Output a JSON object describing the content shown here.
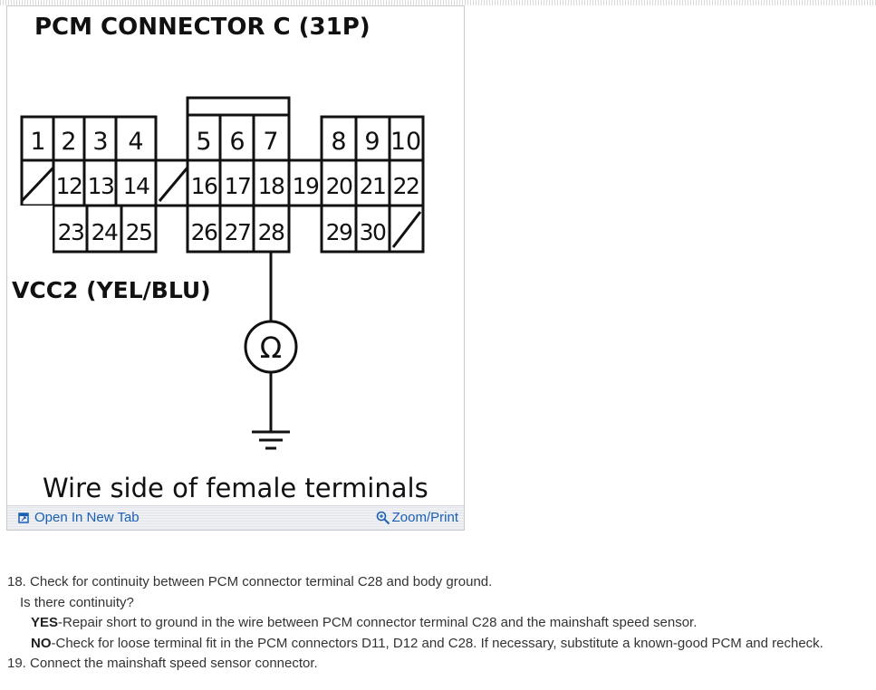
{
  "figure": {
    "title": "PCM CONNECTOR C (31P)",
    "wire_label": "VCC2 (YEL/BLU)",
    "caption": "Wire side of female terminals",
    "meter_symbol": "Ω",
    "meter_icon": "ohmmeter-icon",
    "ground_icon": "ground-icon",
    "connector_left_top": [
      "1",
      "2",
      "3",
      "4"
    ],
    "connector_left_mid": [
      "12",
      "13",
      "14"
    ],
    "connector_left_bot": [
      "23",
      "24",
      "25"
    ],
    "connector_center_top": [
      "5",
      "6",
      "7"
    ],
    "connector_center_mid": [
      "16",
      "17",
      "18",
      "19"
    ],
    "connector_center_bot": [
      "26",
      "27",
      "28"
    ],
    "connector_right_top": [
      "8",
      "9",
      "10"
    ],
    "connector_right_mid": [
      "20",
      "21",
      "22"
    ],
    "connector_right_bot": [
      "29",
      "30"
    ]
  },
  "toolbar": {
    "open_label": "Open In New Tab",
    "open_icon": "open-new-tab-icon",
    "zoom_label": "Zoom/Print",
    "zoom_icon": "magnifier-icon",
    "link_color": "#1a5fb4"
  },
  "steps": {
    "step18": "18. Check for continuity between PCM connector terminal C28 and body ground.",
    "question": "Is there continuity?",
    "yes_label": "YES",
    "yes_text": "-Repair short to ground in the wire between PCM connector terminal C28 and the mainshaft speed sensor.",
    "no_label": "NO",
    "no_text": "-Check for loose terminal fit in the PCM connectors D11, D12 and C28. If necessary, substitute a known-good PCM and recheck.",
    "step19": "19. Connect the mainshaft speed sensor connector."
  }
}
